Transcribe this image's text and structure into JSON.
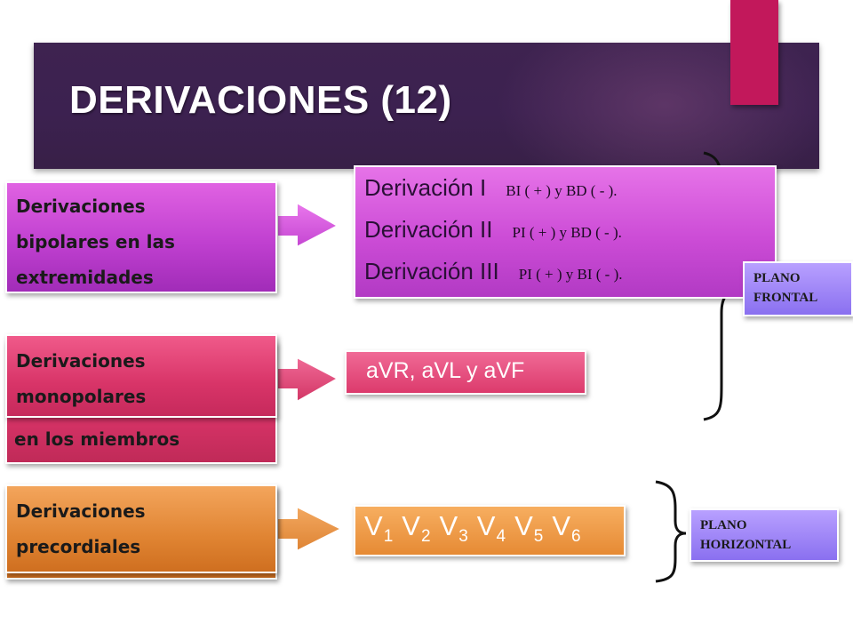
{
  "title": "DERIVACIONES (12)",
  "groups": {
    "bipolar": {
      "label_lines": [
        "Derivaciones",
        "bipolares en las",
        "extremidades"
      ],
      "color": "#c040d0",
      "leads": [
        {
          "name": "Derivación I",
          "desc": "BI ( + ) y BD ( - )."
        },
        {
          "name": "Derivación II",
          "desc": "PI ( + ) y BD ( - )."
        },
        {
          "name": "Derivación III",
          "desc": "PI ( + ) y BI ( - )."
        }
      ]
    },
    "monopolar": {
      "label_lines": [
        "Derivaciones",
        "monopolares",
        "en los miembros"
      ],
      "color": "#d83468",
      "leads_text": "aVR, aVL y aVF"
    },
    "precordial": {
      "label_lines": [
        "Derivaciones",
        "precordiales"
      ],
      "color": "#e08432",
      "leads": [
        {
          "letter": "V",
          "sub": "1"
        },
        {
          "letter": "V",
          "sub": "2"
        },
        {
          "letter": "V",
          "sub": "3"
        },
        {
          "letter": "V",
          "sub": "4"
        },
        {
          "letter": "V",
          "sub": "5"
        },
        {
          "letter": "V",
          "sub": "6"
        }
      ]
    }
  },
  "planes": {
    "frontal": {
      "lines": [
        "PLANO",
        "FRONTAL"
      ]
    },
    "horizontal": {
      "lines": [
        "PLANO",
        "HORIZONTAL"
      ]
    }
  },
  "colors": {
    "banner": "#3c2150",
    "bookmark": "#c2185b",
    "plane_tag": "#9a80f5"
  }
}
